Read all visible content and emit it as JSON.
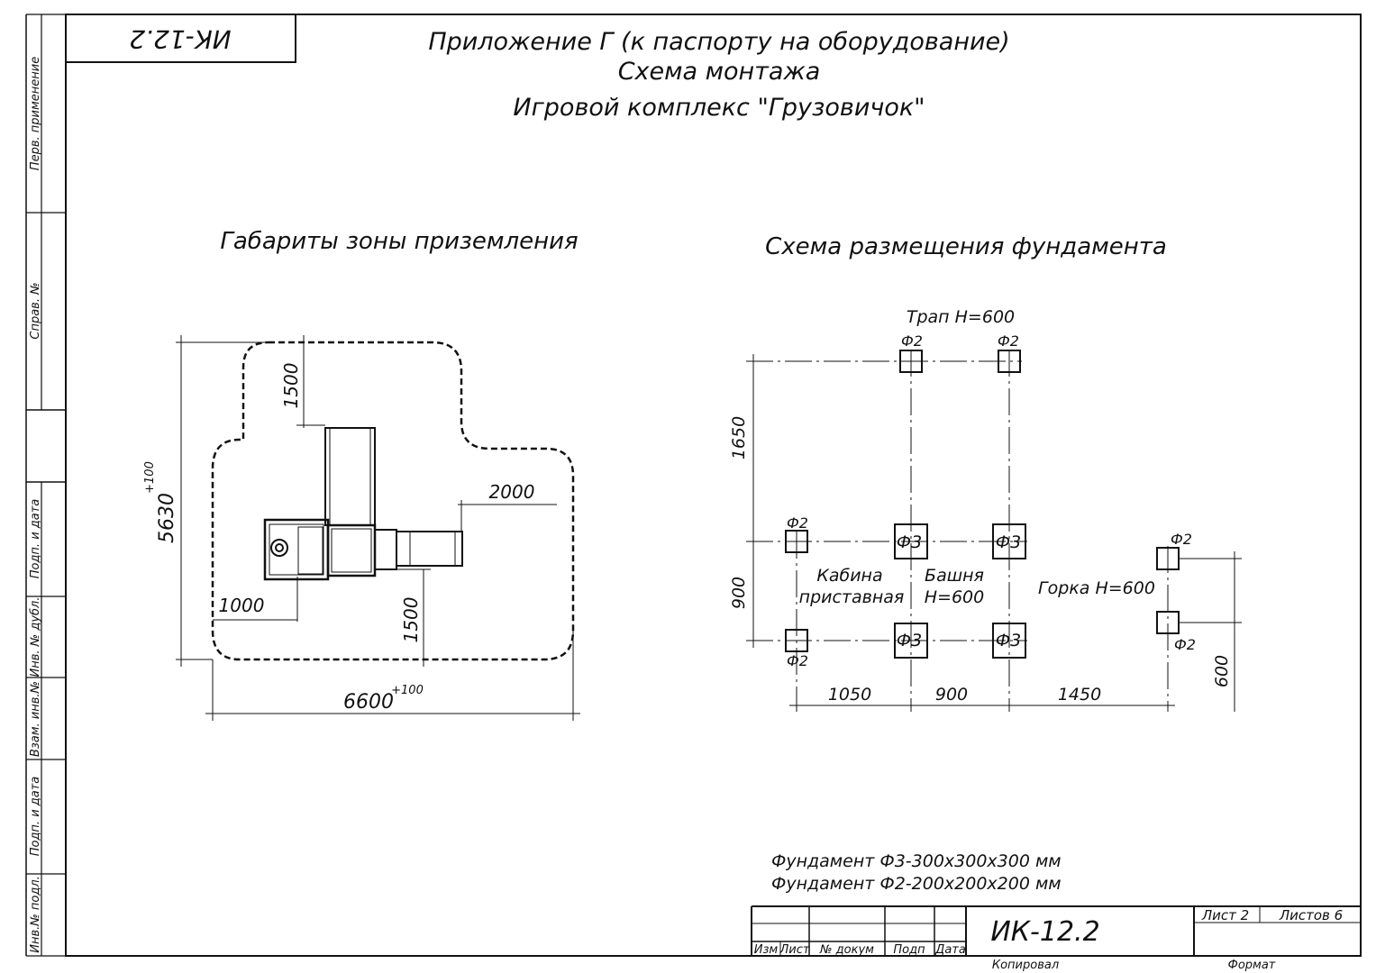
{
  "document": {
    "code_rotated": "ИК-12.2",
    "header": {
      "line1": "Приложение Г (к паспорту на оборудование)",
      "line2": "Схема монтажа",
      "line3": "Игровой комплекс \"Грузовичок\""
    },
    "side_fields": [
      "Перв. применение",
      "Справ. №",
      "Подп. и дата",
      "Инв. № дубл.",
      "Взам. инв.№",
      "Подп. и дата",
      "Инв.№ подл."
    ]
  },
  "landing_zone": {
    "title": "Габариты зоны приземления",
    "dims": {
      "top_1500": "1500",
      "height": "5630",
      "height_tol": "+100",
      "right_2000": "2000",
      "left_1000": "1000",
      "bottom_1500": "1500",
      "width": "6600",
      "width_tol": "+100"
    }
  },
  "foundation": {
    "title": "Схема размещения фундамента",
    "ramp_label": "Трап Н=600",
    "f2": "Ф2",
    "f3": "Ф3",
    "cabin_label_1": "Кабина",
    "cabin_label_2": "приставная",
    "tower_label_1": "Башня",
    "tower_label_2": "Н=600",
    "slide_label": "Горка Н=600",
    "dims": {
      "v_1650": "1650",
      "v_900": "900",
      "h_1050": "1050",
      "h_900": "900",
      "h_1450": "1450",
      "v_600": "600"
    }
  },
  "notes": {
    "line1": "Фундамент Ф3-300х300х300 мм",
    "line2": "Фундамент Ф2-200х200х200 мм"
  },
  "title_block": {
    "code": "ИК-12.2",
    "sheet": "Лист 2",
    "sheets": "Листов 6",
    "col_izm": "Изм",
    "col_list": "Лист",
    "col_doc": "№ докум",
    "col_sign": "Подп",
    "col_date": "Дата",
    "copied": "Копировал",
    "format": "Формат"
  }
}
